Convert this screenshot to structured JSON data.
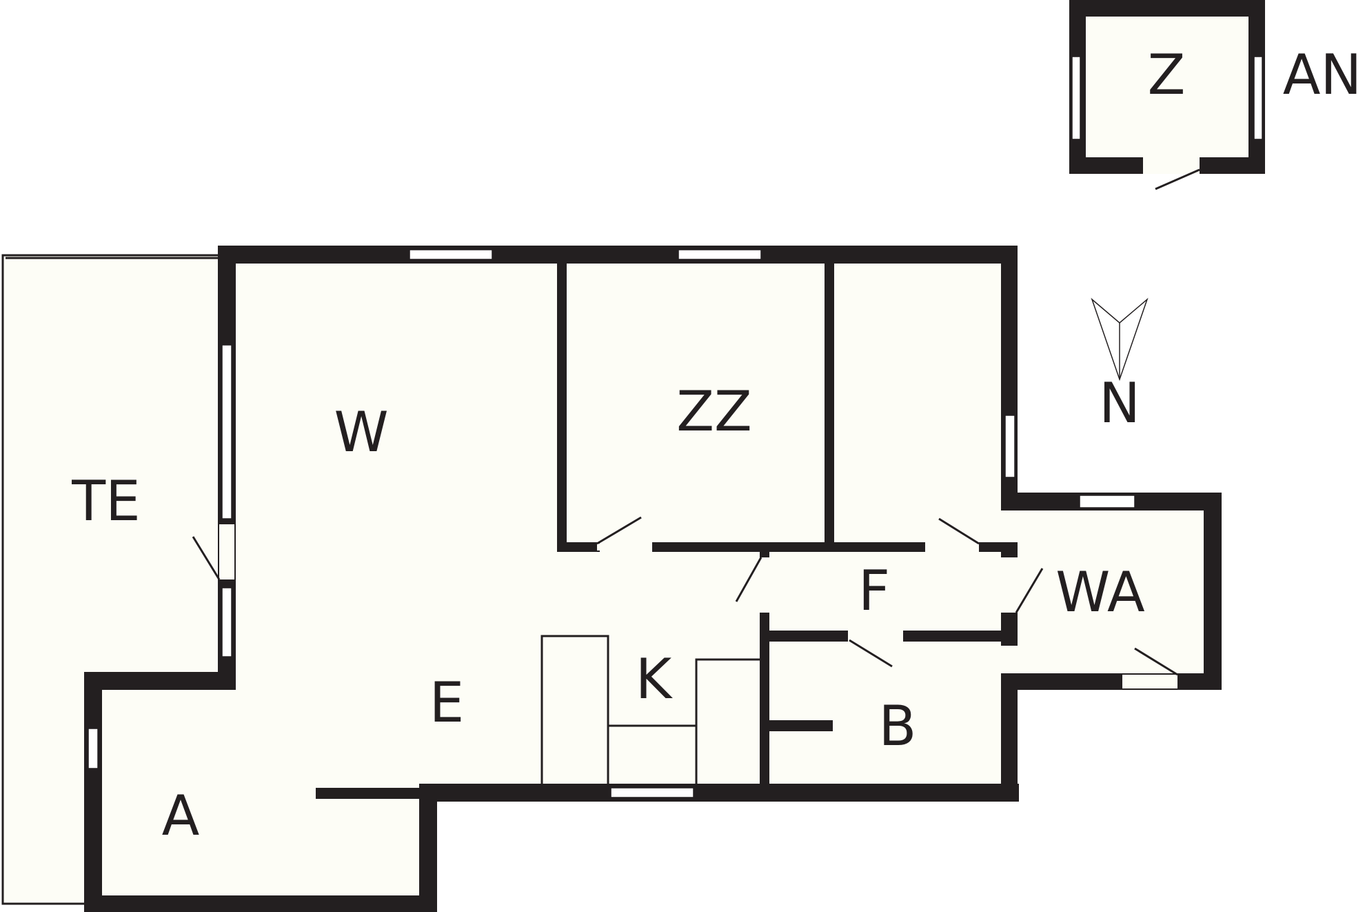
{
  "rooms": {
    "terrace": "TE",
    "living": "W",
    "bedroom_main": "ZZ",
    "kitchen": "K",
    "dining": "E",
    "entry": "A",
    "hall": "F",
    "bath": "B",
    "utility": "WA",
    "outbuilding_room": "Z",
    "outbuilding_label": "AN"
  },
  "compass": {
    "label": "N"
  },
  "colors": {
    "wall": "#231f20",
    "floor": "#fdfdf6",
    "background": "#ffffff"
  }
}
